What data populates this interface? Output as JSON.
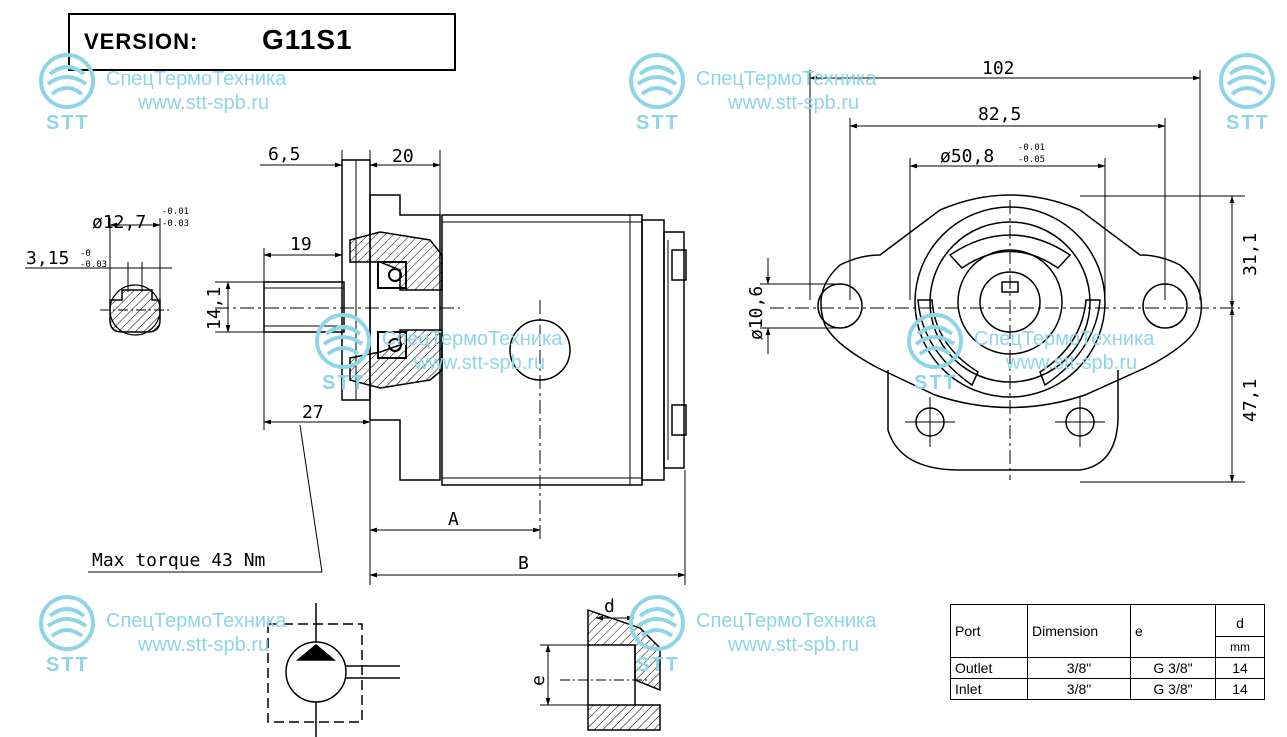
{
  "version": {
    "label": "VERSION:",
    "value": "G11S1"
  },
  "watermark": {
    "name": "СпецТермоТехника",
    "url": "www.stt-spb.ru",
    "logo": "STT"
  },
  "dims": {
    "d102": "102",
    "d82_5": "82,5",
    "d50_8": "ø50,8",
    "d50_8_tol_upper": "-0.01",
    "d50_8_tol_lower": "-0.05",
    "d31_1": "31,1",
    "d47_1": "47,1",
    "d10_6": "ø10,6",
    "d6_5": "6,5",
    "d20": "20",
    "d12_7": "ø12,7",
    "d12_7_tol_upper": "-0.01",
    "d12_7_tol_lower": "-0.03",
    "d3_15": "3,15",
    "d3_15_tol_upper": "-0",
    "d3_15_tol_lower": "-0.03",
    "d19": "19",
    "d14_1": "14,1",
    "d27": "27",
    "dA": "A",
    "dB": "B",
    "dd": "d",
    "de": "e"
  },
  "torque_note": "Max torque 43 Nm",
  "ports_table": {
    "headers": {
      "port": "Port",
      "dimension": "Dimension",
      "e": "e",
      "d": "d",
      "d_unit": "mm"
    },
    "rows": [
      {
        "port": "Outlet",
        "dimension": "3/8\"",
        "e": "G 3/8\"",
        "d": "14"
      },
      {
        "port": "Inlet",
        "dimension": "3/8\"",
        "e": "G 3/8\"",
        "d": "14"
      }
    ]
  }
}
